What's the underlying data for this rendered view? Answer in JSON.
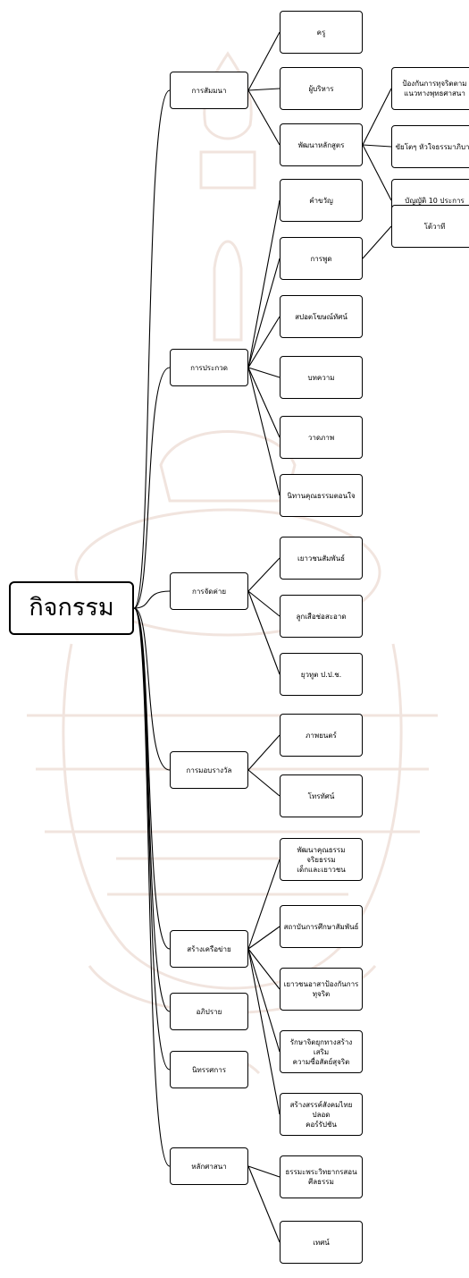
{
  "root": "กิจกรรม",
  "categories": [
    {
      "label": "การสัมมนา",
      "children": [
        {
          "label": "ครู"
        },
        {
          "label": "ผู้บริหาร"
        },
        {
          "label": "พัฒนาหลักสูตร",
          "children": [
            {
              "label": "ป้องกันการทุจริตตาม\nแนวทางพุทธศาสนา"
            },
            {
              "label": "ขัยโตๆ หัวใจธรรมาภิบาล"
            },
            {
              "label": "บัญญัติ 10 ประการ"
            }
          ]
        }
      ]
    },
    {
      "label": "การประกวด",
      "children": [
        {
          "label": "คำขวัญ"
        },
        {
          "label": "การพูด",
          "children": [
            {
              "label": "โต้วาที"
            }
          ]
        },
        {
          "label": "สปอตโฆษณ์ทัศน์"
        },
        {
          "label": "บทความ"
        },
        {
          "label": "วาดภาพ"
        },
        {
          "label": "นิทานคุณธรรมตอนใจ"
        }
      ]
    },
    {
      "label": "การจัดค่าย",
      "children": [
        {
          "label": "เยาวชนสัมพันธ์"
        },
        {
          "label": "ลูกเสือช่อสะอาด"
        },
        {
          "label": "ยุวทูต ป.ป.ช."
        }
      ]
    },
    {
      "label": "การมอบรางวัล",
      "children": [
        {
          "label": "ภาพยนตร์"
        },
        {
          "label": "โทรทัศน์"
        }
      ]
    },
    {
      "label": "สร้างเครือข่าย",
      "children": [
        {
          "label": "พัฒนาคุณธรรมจริยธรรม\nเด็กและเยาวชน"
        },
        {
          "label": "สถาบันการศึกษาสัมพันธ์"
        },
        {
          "label": "เยาวชนอาสาป้องกันการ\nทุจริต"
        },
        {
          "label": "รักษาจิตยุกทางสร้างเสริม\nความซื่อสัตย์สุจริต"
        },
        {
          "label": "สร้างสรรค์สังคมไทยปลอด\nคอร์รัปชัน"
        }
      ]
    },
    {
      "label": "อภิปราย"
    },
    {
      "label": "นิทรรศการ"
    },
    {
      "label": "หลักศาสนา",
      "children": [
        {
          "label": "ธรรมะพระวิทยากรสอน\nศีลธรรม"
        },
        {
          "label": "เทศน์"
        }
      ]
    }
  ]
}
